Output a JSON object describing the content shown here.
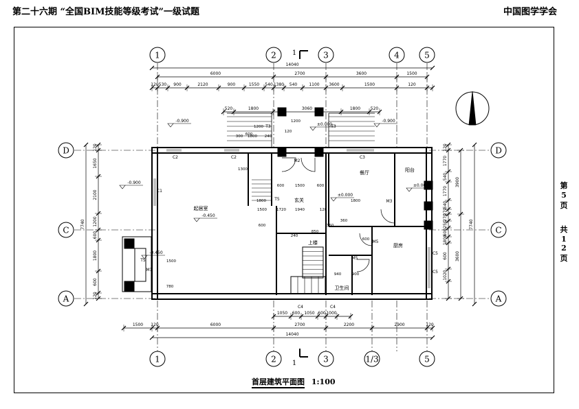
{
  "header": {
    "left": "第二十六期 “全国BIM技能等级考试”一级试题",
    "right": "中国图学学会"
  },
  "side": {
    "page": "第5页",
    "total": "共12页"
  },
  "title": {
    "main": "首层建筑平面图",
    "scale": "1:100"
  },
  "axes": {
    "top": [
      "1",
      "2",
      "3",
      "4",
      "5"
    ],
    "bottom": [
      "1",
      "2",
      "3",
      "1/3",
      "5"
    ],
    "left": [
      "D",
      "C",
      "A"
    ],
    "right": [
      "D",
      "C",
      "A"
    ]
  },
  "section_marks": [
    "1",
    "1"
  ],
  "dims": {
    "top_total": "14040",
    "top_outer": [
      "6000",
      "2700",
      "3600",
      "1500"
    ],
    "top_inner": [
      "120",
      "530",
      "900",
      "2120",
      "900",
      "1550",
      "540",
      "1380",
      "540",
      "1100",
      "3600",
      "1500",
      "120"
    ],
    "top_row3": [
      "520",
      "1800",
      "3060",
      "1800",
      "520"
    ],
    "bottom_inner": [
      "1050",
      "600",
      "1050",
      "600",
      "1000"
    ],
    "bottom_outer": [
      "1500",
      "120",
      "6000",
      "2700",
      "2200",
      "2900",
      "120"
    ],
    "bottom_total": "14040",
    "left_total": "7740",
    "left_inner": [
      "120",
      "1650",
      "2100",
      "1200",
      "600",
      "1800",
      "600",
      "120"
    ],
    "right_outer": [
      "3900",
      "3600"
    ],
    "right_total": "7740",
    "right_inner": [
      "120",
      "1770",
      "540",
      "1770",
      "540",
      "270",
      "270",
      "250",
      "600",
      "1800",
      "600",
      "1020"
    ]
  },
  "labels": {
    "living_room": "起居室",
    "dining": "餐厅",
    "kitchen": "厨房",
    "foyer": "玄关",
    "stair": "上楼",
    "bath": "卫生间",
    "terrace": "阳台"
  },
  "levels": [
    "-0.900",
    "±0.000",
    "-0.900",
    "-0.900",
    "-0.450",
    "±0.000",
    "±0.000",
    "-0.450"
  ],
  "tags": {
    "doors": [
      "M2",
      "M3",
      "M5",
      "M5",
      "M1"
    ],
    "windows": [
      "C2",
      "C2",
      "C3",
      "C1",
      "C5",
      "C5",
      "C4",
      "C4"
    ],
    "columns_text": [
      "T3",
      "T3",
      "T5",
      "T5"
    ]
  },
  "small_dims": [
    "1500",
    "600",
    "600",
    "1940",
    "850",
    "240",
    "360",
    "1800",
    "1800",
    "600",
    "360",
    "940",
    "900",
    "1500",
    "780",
    "1300",
    "1200",
    "300",
    "1800",
    "1200",
    "240",
    "600",
    "120",
    "1720",
    "1500",
    "120",
    "600"
  ]
}
